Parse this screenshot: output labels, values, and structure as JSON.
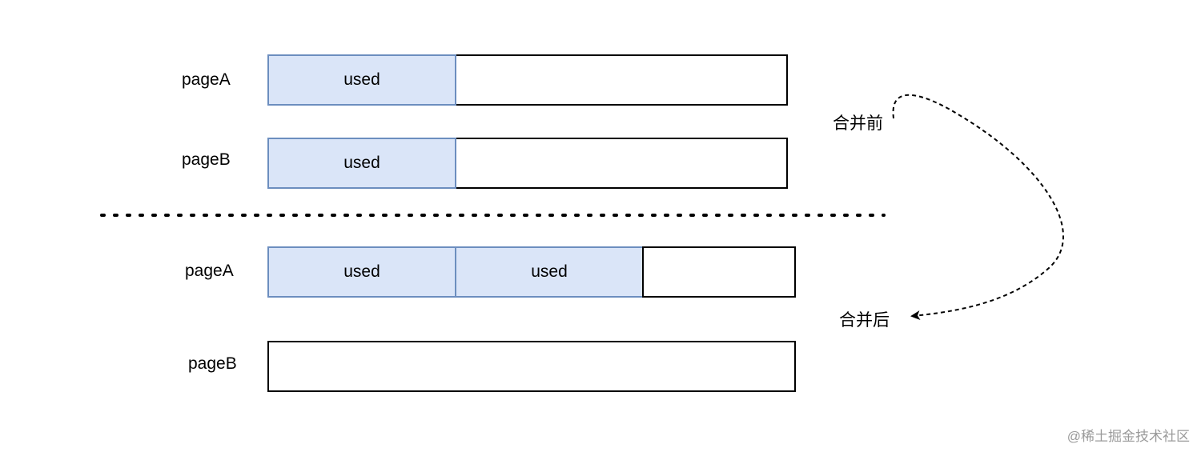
{
  "before": {
    "rows": [
      {
        "label": "pageA",
        "used_blocks": [
          "used"
        ]
      },
      {
        "label": "pageB",
        "used_blocks": [
          "used"
        ]
      }
    ],
    "caption": "合并前"
  },
  "after": {
    "rows": [
      {
        "label": "pageA",
        "used_blocks": [
          "used",
          "used"
        ]
      },
      {
        "label": "pageB",
        "used_blocks": []
      }
    ],
    "caption": "合并后"
  },
  "watermark": "@稀土掘金技术社区",
  "colors": {
    "used_fill": "#dae5f8",
    "used_border": "#6c8ebf",
    "page_border": "#000000"
  }
}
